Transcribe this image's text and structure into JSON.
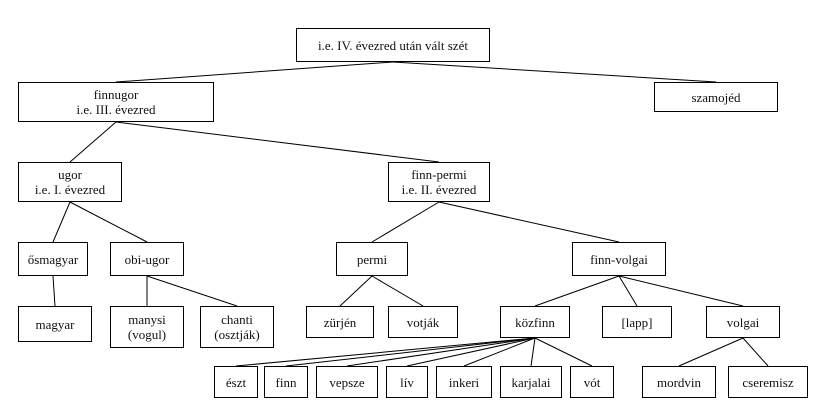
{
  "nodes": {
    "root": [
      "i.e. IV. évezred után vált szét"
    ],
    "finnugor": [
      "finnugor",
      "i.e. III. évezred"
    ],
    "szamojed": [
      "szamojéd"
    ],
    "ugor": [
      "ugor",
      "i.e. I. évezred"
    ],
    "finnpermi": [
      "finn-permi",
      "i.e. II. évezred"
    ],
    "osmagyar": [
      "ősmagyar"
    ],
    "obiugor": [
      "obi-ugor"
    ],
    "permi": [
      "permi"
    ],
    "finnvolgai": [
      "finn-volgai"
    ],
    "magyar": [
      "magyar"
    ],
    "manysi": [
      "manysi",
      "(vogul)"
    ],
    "chanti": [
      "chanti",
      "(osztják)"
    ],
    "zurjen": [
      "zürjén"
    ],
    "votjak": [
      "votják"
    ],
    "kozfinn": [
      "közfinn"
    ],
    "lapp": [
      "[lapp]"
    ],
    "volgai": [
      "volgai"
    ],
    "eszt": [
      "észt"
    ],
    "finn": [
      "finn"
    ],
    "vepsze": [
      "vepsze"
    ],
    "liv": [
      "lív"
    ],
    "inkeri": [
      "inkeri"
    ],
    "karjalai": [
      "karjalai"
    ],
    "vot": [
      "vót"
    ],
    "mordvin": [
      "mordvin"
    ],
    "cseremisz": [
      "cseremisz"
    ]
  },
  "edges": [
    [
      "root",
      "finnugor"
    ],
    [
      "root",
      "szamojed"
    ],
    [
      "finnugor",
      "ugor"
    ],
    [
      "finnugor",
      "finnpermi"
    ],
    [
      "ugor",
      "osmagyar"
    ],
    [
      "ugor",
      "obiugor"
    ],
    [
      "osmagyar",
      "magyar"
    ],
    [
      "obiugor",
      "manysi"
    ],
    [
      "obiugor",
      "chanti"
    ],
    [
      "finnpermi",
      "permi"
    ],
    [
      "finnpermi",
      "finnvolgai"
    ],
    [
      "permi",
      "zurjen"
    ],
    [
      "permi",
      "votjak"
    ],
    [
      "finnvolgai",
      "kozfinn"
    ],
    [
      "finnvolgai",
      "lapp"
    ],
    [
      "finnvolgai",
      "volgai"
    ],
    [
      "kozfinn",
      "eszt"
    ],
    [
      "kozfinn",
      "finn"
    ],
    [
      "kozfinn",
      "vepsze"
    ],
    [
      "kozfinn",
      "liv"
    ],
    [
      "kozfinn",
      "inkeri"
    ],
    [
      "kozfinn",
      "karjalai"
    ],
    [
      "kozfinn",
      "vot"
    ],
    [
      "volgai",
      "mordvin"
    ],
    [
      "volgai",
      "cseremisz"
    ]
  ]
}
